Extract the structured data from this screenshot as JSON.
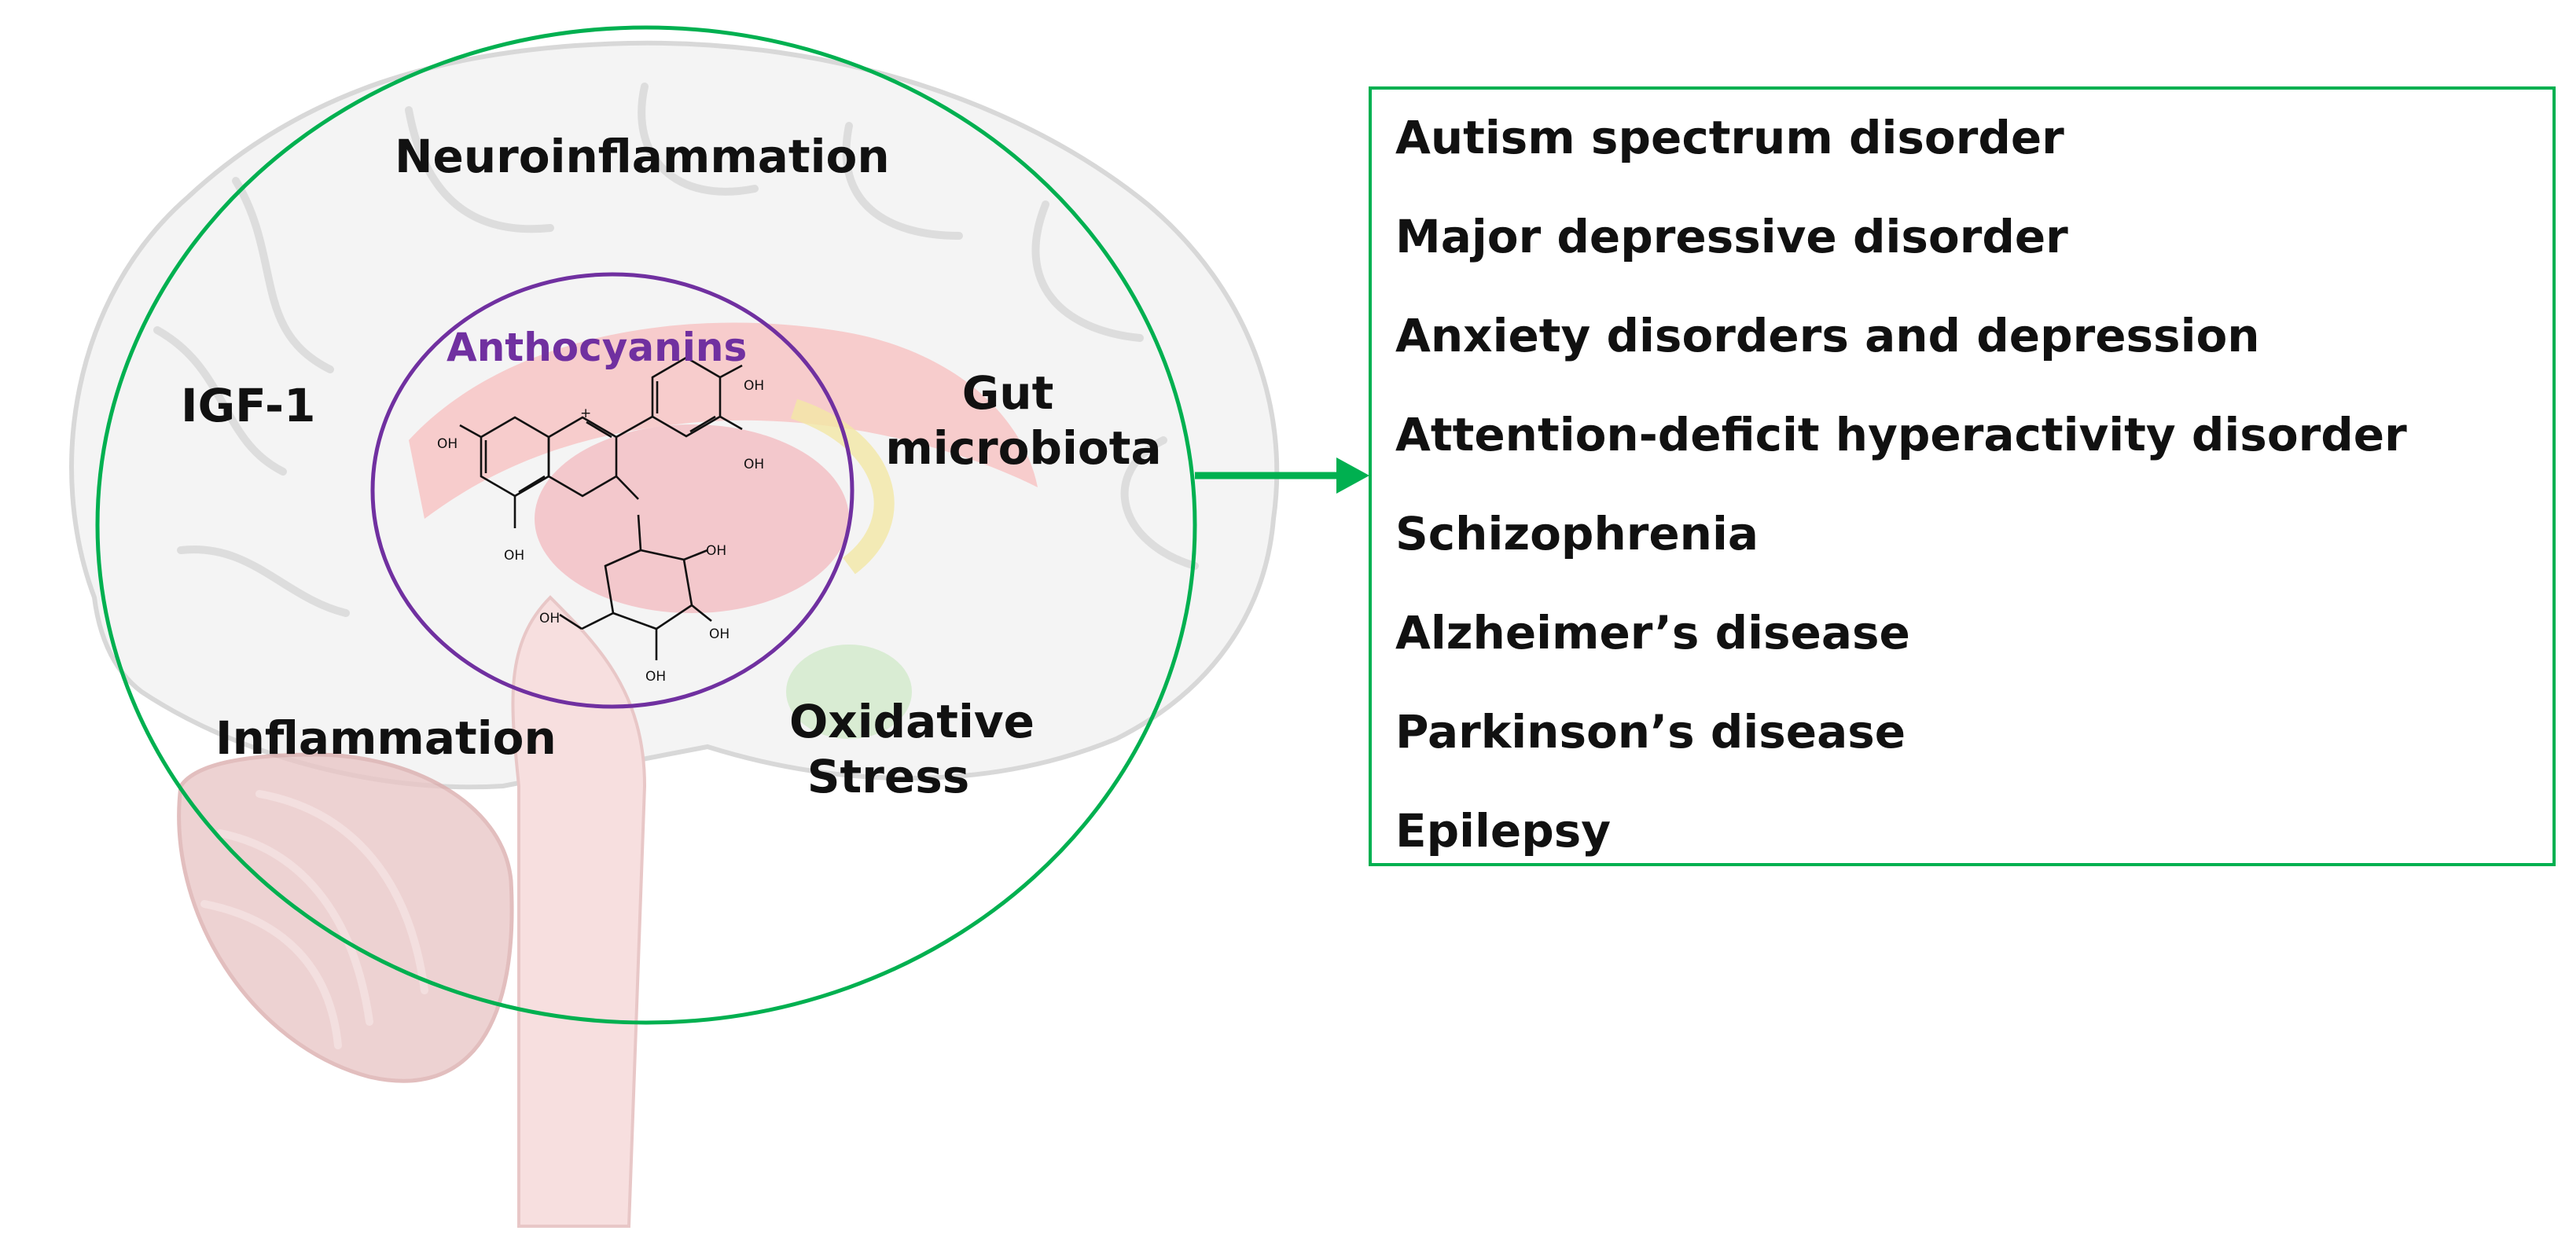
{
  "colors": {
    "outer_circle": "#00b050",
    "inner_circle": "#7030a0",
    "anthocyanins_text": "#7030a0",
    "arrow": "#00b050",
    "box_border": "#00b050",
    "text": "#111111"
  },
  "icons": {
    "background": "brain-illustration-icon",
    "molecule": "anthocyanin-molecule-icon",
    "arrow": "arrow-right-icon"
  },
  "center": {
    "title": "Anthocyanins",
    "groups": {
      "oh": "OH",
      "plus": "+"
    }
  },
  "factors": {
    "neuroinflammation": "Neuroinflammation",
    "igf1": "IGF-1",
    "gut_line1": "Gut",
    "gut_line2": "microbiota",
    "inflammation": "Inflammation",
    "oxidative_line1": "Oxidative",
    "oxidative_line2": "Stress"
  },
  "diseases": [
    "Autism spectrum disorder",
    "Major depressive disorder",
    "Anxiety disorders and depression",
    "Attention-deficit hyperactivity disorder",
    "Schizophrenia",
    "Alzheimer’s disease",
    "Parkinson’s disease",
    "Epilepsy"
  ]
}
